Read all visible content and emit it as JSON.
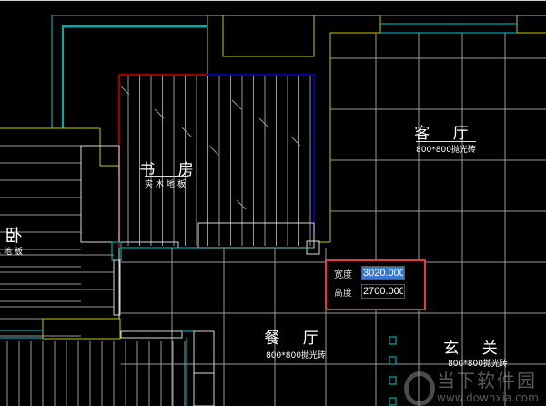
{
  "rooms": {
    "living": {
      "name": "客 厅",
      "material": "800*800抛光砖"
    },
    "study": {
      "name": "书 房",
      "material": "实木地板"
    },
    "bedroom": {
      "name": "卧",
      "material": "实木地板"
    },
    "dining": {
      "name": "餐 厅",
      "material": "800*800抛光砖"
    },
    "foyer": {
      "name": "玄 关",
      "material": "800*800抛光砖"
    }
  },
  "dimension_input": {
    "width_label": "宽度",
    "width_value": "3020.0000",
    "height_label": "高度",
    "height_value": "2700.0000"
  },
  "watermark": {
    "brand": "当下软件园",
    "url": "www.downxia.com"
  },
  "colors": {
    "wall_yellow": "#c8c800",
    "wall_cyan": "#00c8c8",
    "red": "#d00000",
    "blue": "#0000d0",
    "grid": "#9a9a9a",
    "highlight": "#e23b3b"
  }
}
